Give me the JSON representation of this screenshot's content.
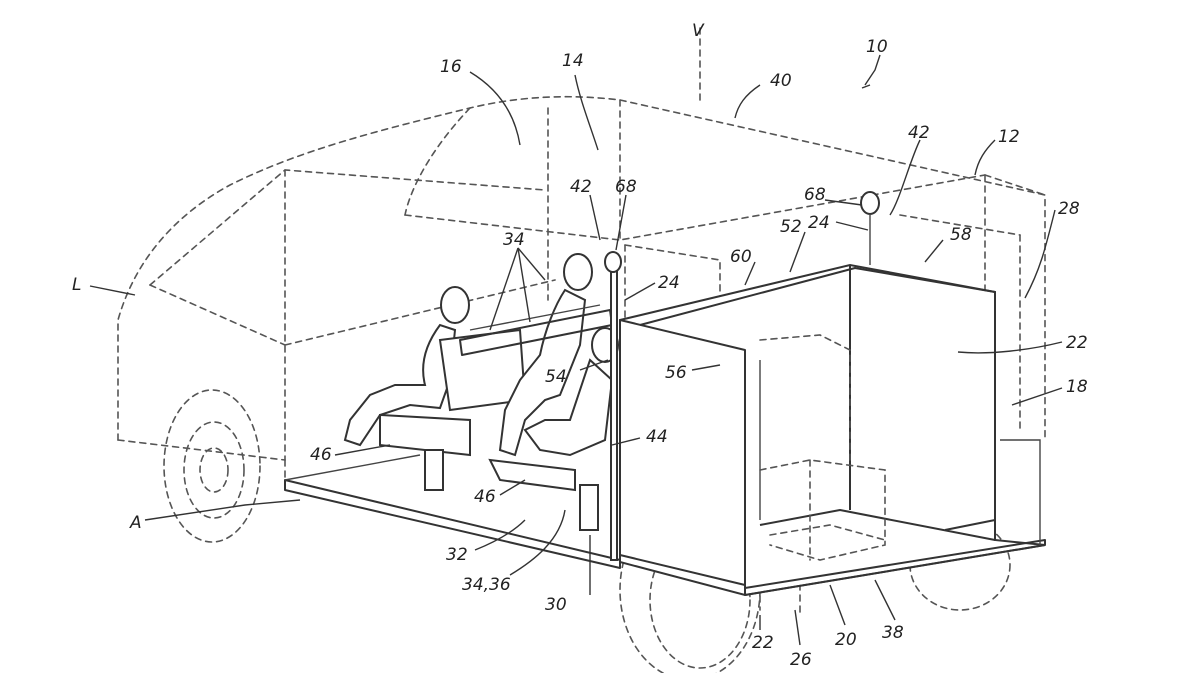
{
  "figure": {
    "labels": {
      "vehicle": "10",
      "body_rear": "12",
      "roof_front": "14",
      "cabin": "16",
      "rear_bay": "18",
      "cargo_unit": "22",
      "cargo_base_22": "22",
      "pillar_24a": "24",
      "pillar_24b": "24",
      "cargo_edge": "26",
      "side_28": "28",
      "post_30": "30",
      "floor": "32",
      "seats": "34",
      "seats_combo": "34,36",
      "rear_floor": "38",
      "roof": "40",
      "rail_42a": "42",
      "rail_42b": "42",
      "seat_support": "44",
      "seat_46a": "46",
      "seat_46b": "46",
      "top_edge_52": "52",
      "panel_54": "54",
      "panel_56": "56",
      "top_58": "58",
      "top_60": "60",
      "sensor_68a": "68",
      "sensor_68b": "68",
      "base_20": "20",
      "axis_a": "A",
      "axis_l": "L",
      "axis_v": "V"
    }
  }
}
